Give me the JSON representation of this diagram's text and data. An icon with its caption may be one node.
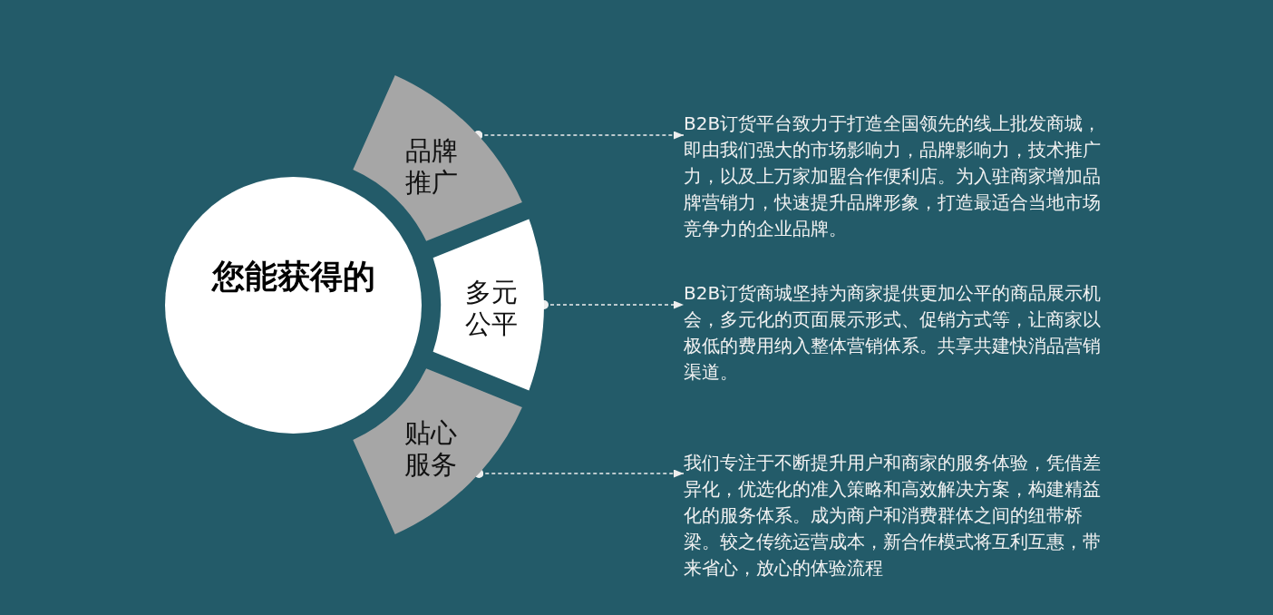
{
  "diagram": {
    "nodes": [
      {
        "text": [
          "您能获得的"
        ]
      },
      {
        "text": [
          "品牌推广"
        ]
      },
      {
        "text": [
          "多元公平"
        ]
      },
      {
        "text": [
          "贴心服务"
        ]
      },
      {
        "text": [
          "B2B订货平台致力于打造全国领先的线上批发商城，即由我们强大的市场影响力，品牌影响力，技术推广力，以及上万家加盟合作便利店。为入驻商家增加品牌营销力，快速提升品牌形象，打造最适合当地市场竞争力的企业品牌。"
        ]
      },
      {
        "text": [
          "B2B订货商城坚持为商家提供更加公平的商品展示机会，多元化的页面展示形式、促销方式等，让商家以极低的费用纳入整体营销体系。共享共建快消品营销渠道。"
        ]
      },
      {
        "text": [
          "我们专注于不断提升用户和商家的服务体验，凭借差异化，优选化的准入策略和高效解决方案，构建精益化的服务体系。成为商户和消费群体之间的纽带桥梁。较之传统运营成本，新合作模式将互利互惠，带来省心，放心的体验流程"
        ]
      }
    ],
    "edges": [
      {
        "from": 1,
        "to": 4,
        "arrow": "to",
        "style": "dashed"
      },
      {
        "from": 2,
        "to": 5,
        "arrow": "to",
        "style": "dashed"
      },
      {
        "from": 3,
        "to": 6,
        "arrow": "to",
        "style": "dashed"
      }
    ]
  }
}
